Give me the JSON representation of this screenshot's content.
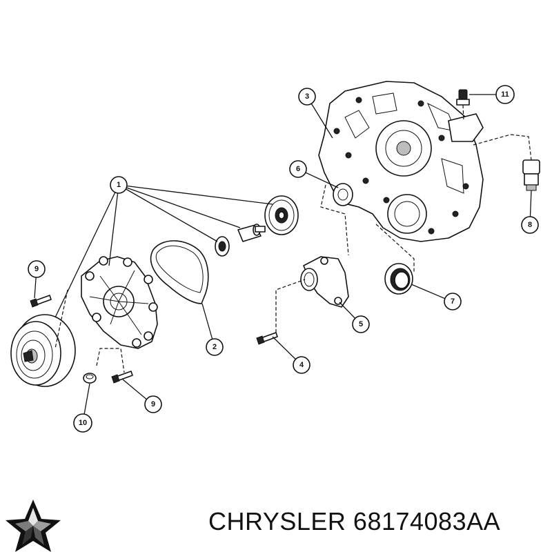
{
  "brand": {
    "make": "CHRYSLER",
    "part_number": "68174083AA"
  },
  "logo_icon": "chrysler-pentastar-icon",
  "callouts": [
    {
      "id": "c1",
      "label": "1"
    },
    {
      "id": "c2",
      "label": "2"
    },
    {
      "id": "c3",
      "label": "3"
    },
    {
      "id": "c4",
      "label": "4"
    },
    {
      "id": "c5",
      "label": "5"
    },
    {
      "id": "c6",
      "label": "6"
    },
    {
      "id": "c7",
      "label": "7"
    },
    {
      "id": "c8",
      "label": "8"
    },
    {
      "id": "c9a",
      "label": "9"
    },
    {
      "id": "c9b",
      "label": "9"
    },
    {
      "id": "c10",
      "label": "10"
    },
    {
      "id": "c11",
      "label": "11"
    }
  ]
}
